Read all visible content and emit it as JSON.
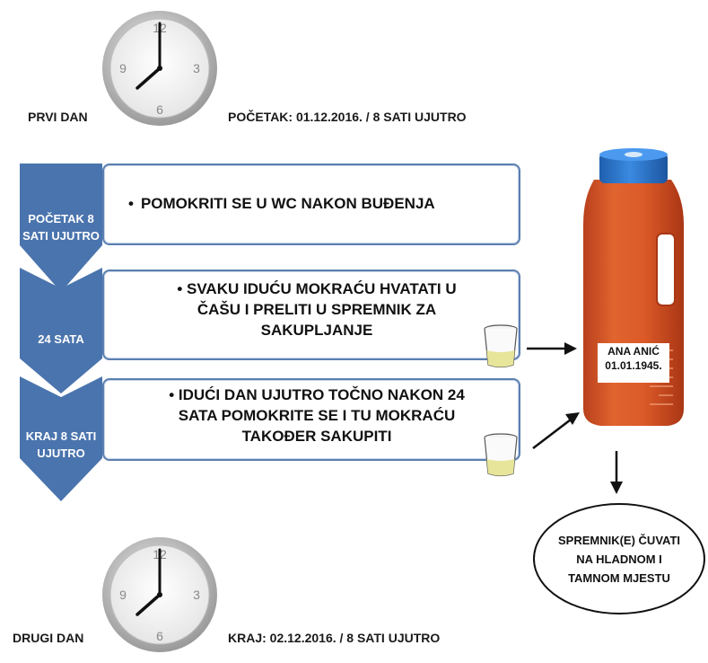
{
  "top": {
    "day_label": "PRVI DAN",
    "start_text": "POČETAK: 01.12.2016. / 8 SATI UJUTRO"
  },
  "bottom": {
    "day_label": "DRUGI DAN",
    "end_text": "KRAJ: 02.12.2016. / 8 SATI UJUTRO"
  },
  "clock": {
    "numerals": [
      "12",
      "3",
      "6",
      "9"
    ]
  },
  "steps": [
    {
      "chevron_lines": [
        "POČETAK 8",
        "SATI UJUTRO"
      ],
      "text_lines": [
        "POMOKRITI SE U WC NAKON BUĐENJA"
      ]
    },
    {
      "chevron_lines": [
        "24 SATA"
      ],
      "text_lines": [
        "SVAKU IDUĆU MOKRAĆU HVATATI U",
        "ČAŠU I PRELITI U SPREMNIK ZA",
        "SAKUPLJANJE"
      ]
    },
    {
      "chevron_lines": [
        "KRAJ 8 SATI",
        "UJUTRO"
      ],
      "text_lines": [
        "IDUĆI DAN UJUTRO TOČNO NAKON 24",
        "SATA POMOKRITE SE I TU MOKRAĆU",
        "TAKOĐER SAKUPITI"
      ]
    }
  ],
  "container": {
    "label_lines": [
      "ANA ANIĆ",
      "01.01.1945."
    ]
  },
  "storage": {
    "lines": [
      "SPREMNIK(E) ČUVATI",
      "NA HLADNOM I",
      "TAMNOM MJESTU"
    ]
  },
  "colors": {
    "chevron": "#4a74ad",
    "box_border": "#5b7fb0",
    "container_body": "#d9532a",
    "container_lid": "#2f7fd0",
    "cup_liquid": "#e7e59a"
  },
  "icons": [
    "clock-icon",
    "cup-icon",
    "arrow-icon",
    "container-icon"
  ]
}
